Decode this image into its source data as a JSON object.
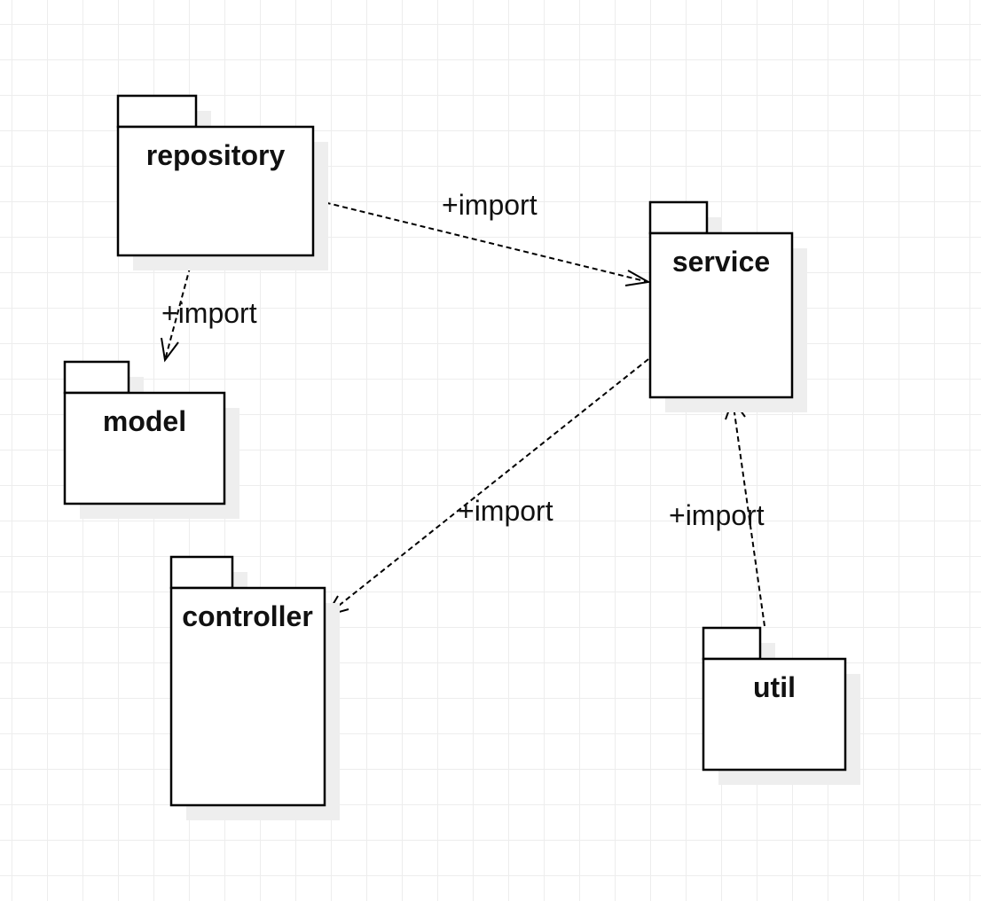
{
  "diagram": {
    "packages": [
      {
        "id": "repository",
        "name": "repository"
      },
      {
        "id": "service",
        "name": "service"
      },
      {
        "id": "model",
        "name": "model"
      },
      {
        "id": "controller",
        "name": "controller"
      },
      {
        "id": "util",
        "name": "util"
      }
    ],
    "dependencies": [
      {
        "from": "repository",
        "to": "service",
        "label": "+import"
      },
      {
        "from": "repository",
        "to": "model",
        "label": "+import"
      },
      {
        "from": "service",
        "to": "controller",
        "label": "+import"
      },
      {
        "from": "util",
        "to": "service",
        "label": "+import"
      }
    ]
  },
  "colors": {
    "stroke": "#000000",
    "shadow": "#eeeeee",
    "grid": "#ededed",
    "background": "#ffffff"
  }
}
